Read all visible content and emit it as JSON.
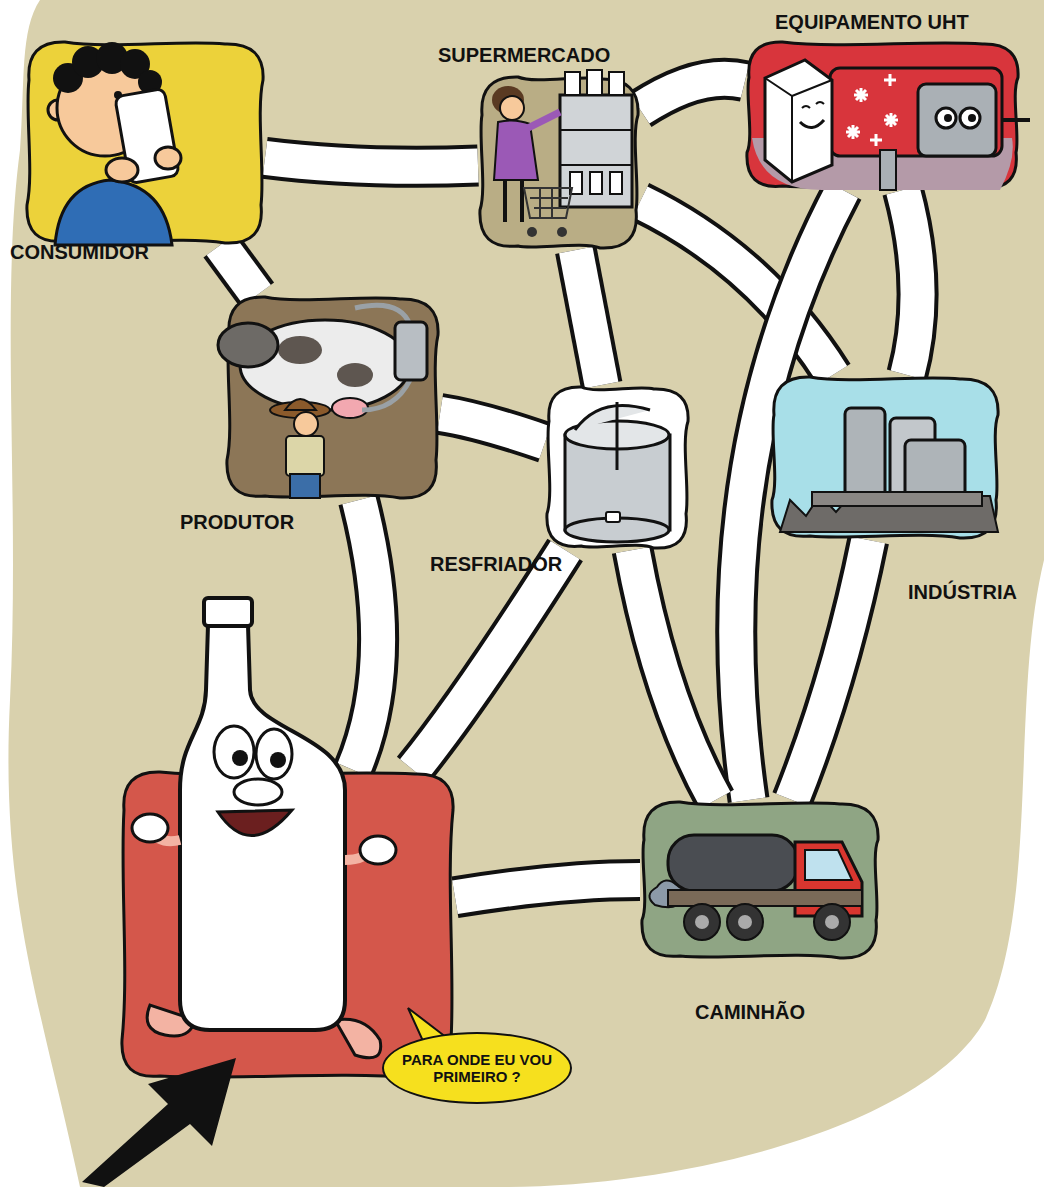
{
  "diagram": {
    "nodes": [
      {
        "text": [
          "CONSUMIDOR"
        ]
      },
      {
        "text": [
          "SUPERMERCADO"
        ]
      },
      {
        "text": [
          "EQUIPAMENTO UHT"
        ]
      },
      {
        "text": [
          "PRODUTOR"
        ]
      },
      {
        "text": [
          "RESFRIADOR"
        ]
      },
      {
        "text": [
          "INDÚSTRIA"
        ]
      },
      {
        "text": [
          "CAMINHÃO"
        ]
      },
      {
        "text": [
          "PARA ONDE EU VOU PRIMEIRO ?"
        ]
      }
    ],
    "edges": [
      {
        "from": 0,
        "to": 1,
        "arrow": "none"
      },
      {
        "from": 1,
        "to": 2,
        "arrow": "none"
      },
      {
        "from": 0,
        "to": 3,
        "arrow": "none"
      },
      {
        "from": 3,
        "to": 4,
        "arrow": "none"
      },
      {
        "from": 1,
        "to": 4,
        "arrow": "none"
      },
      {
        "from": 1,
        "to": 5,
        "arrow": "none"
      },
      {
        "from": 2,
        "to": 5,
        "arrow": "none"
      },
      {
        "from": 2,
        "to": 6,
        "arrow": "none"
      },
      {
        "from": 4,
        "to": 6,
        "arrow": "none"
      },
      {
        "from": 5,
        "to": 6,
        "arrow": "none"
      },
      {
        "from": 7,
        "to": 3,
        "arrow": "none"
      },
      {
        "from": 7,
        "to": 4,
        "arrow": "none"
      },
      {
        "from": 7,
        "to": 6,
        "arrow": "none"
      }
    ]
  }
}
